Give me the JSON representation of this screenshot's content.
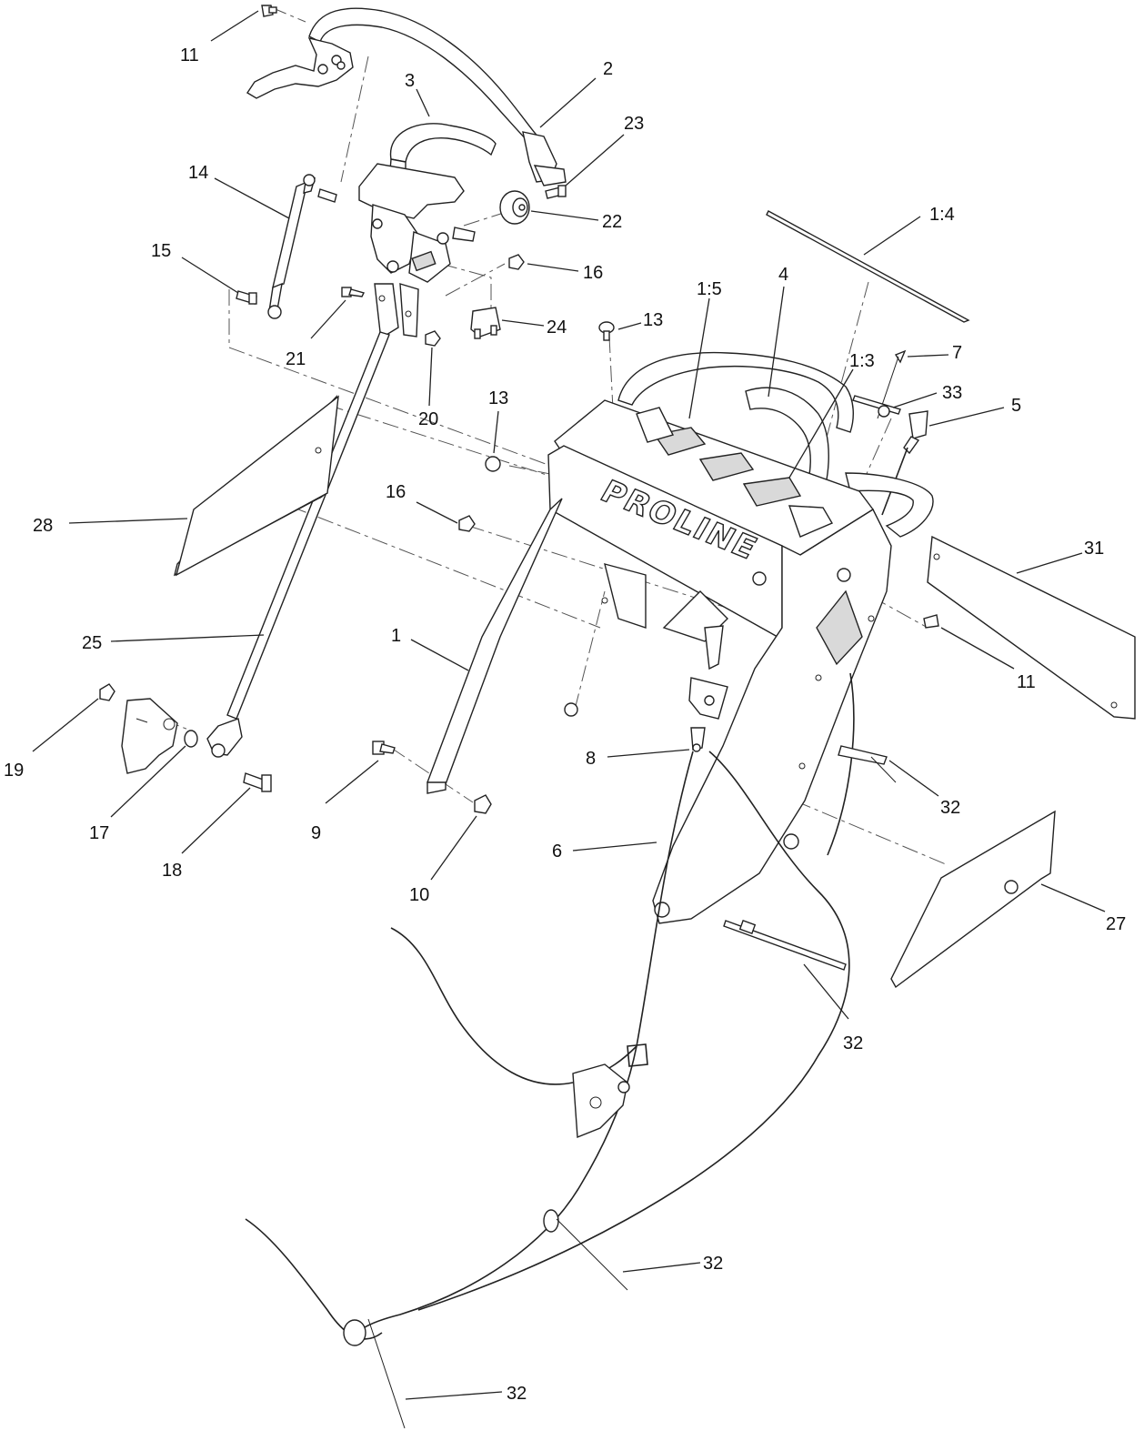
{
  "brand_text": "PROLINE",
  "callouts": [
    {
      "id": "c11a",
      "text": "11"
    },
    {
      "id": "c2",
      "text": "2"
    },
    {
      "id": "c3",
      "text": "3"
    },
    {
      "id": "c23",
      "text": "23"
    },
    {
      "id": "c14",
      "text": "14"
    },
    {
      "id": "c22",
      "text": "22"
    },
    {
      "id": "c1_4",
      "text": "1:4"
    },
    {
      "id": "c15",
      "text": "15"
    },
    {
      "id": "c16a",
      "text": "16"
    },
    {
      "id": "c4",
      "text": "4"
    },
    {
      "id": "c1_5",
      "text": "1:5"
    },
    {
      "id": "c24",
      "text": "24"
    },
    {
      "id": "c13a",
      "text": "13"
    },
    {
      "id": "c21",
      "text": "21"
    },
    {
      "id": "c7",
      "text": "7"
    },
    {
      "id": "c1_3",
      "text": "1:3"
    },
    {
      "id": "c33",
      "text": "33"
    },
    {
      "id": "c20",
      "text": "20"
    },
    {
      "id": "c13b",
      "text": "13"
    },
    {
      "id": "c5",
      "text": "5"
    },
    {
      "id": "c16b",
      "text": "16"
    },
    {
      "id": "c28",
      "text": "28"
    },
    {
      "id": "c31",
      "text": "31"
    },
    {
      "id": "c25",
      "text": "25"
    },
    {
      "id": "c1",
      "text": "1"
    },
    {
      "id": "c11b",
      "text": "11"
    },
    {
      "id": "c19",
      "text": "19"
    },
    {
      "id": "c8",
      "text": "8"
    },
    {
      "id": "c32a",
      "text": "32"
    },
    {
      "id": "c17",
      "text": "17"
    },
    {
      "id": "c9",
      "text": "9"
    },
    {
      "id": "c18",
      "text": "18"
    },
    {
      "id": "c6",
      "text": "6"
    },
    {
      "id": "c10",
      "text": "10"
    },
    {
      "id": "c27",
      "text": "27"
    },
    {
      "id": "c32b",
      "text": "32"
    },
    {
      "id": "c32c",
      "text": "32"
    },
    {
      "id": "c32d",
      "text": "32"
    }
  ]
}
